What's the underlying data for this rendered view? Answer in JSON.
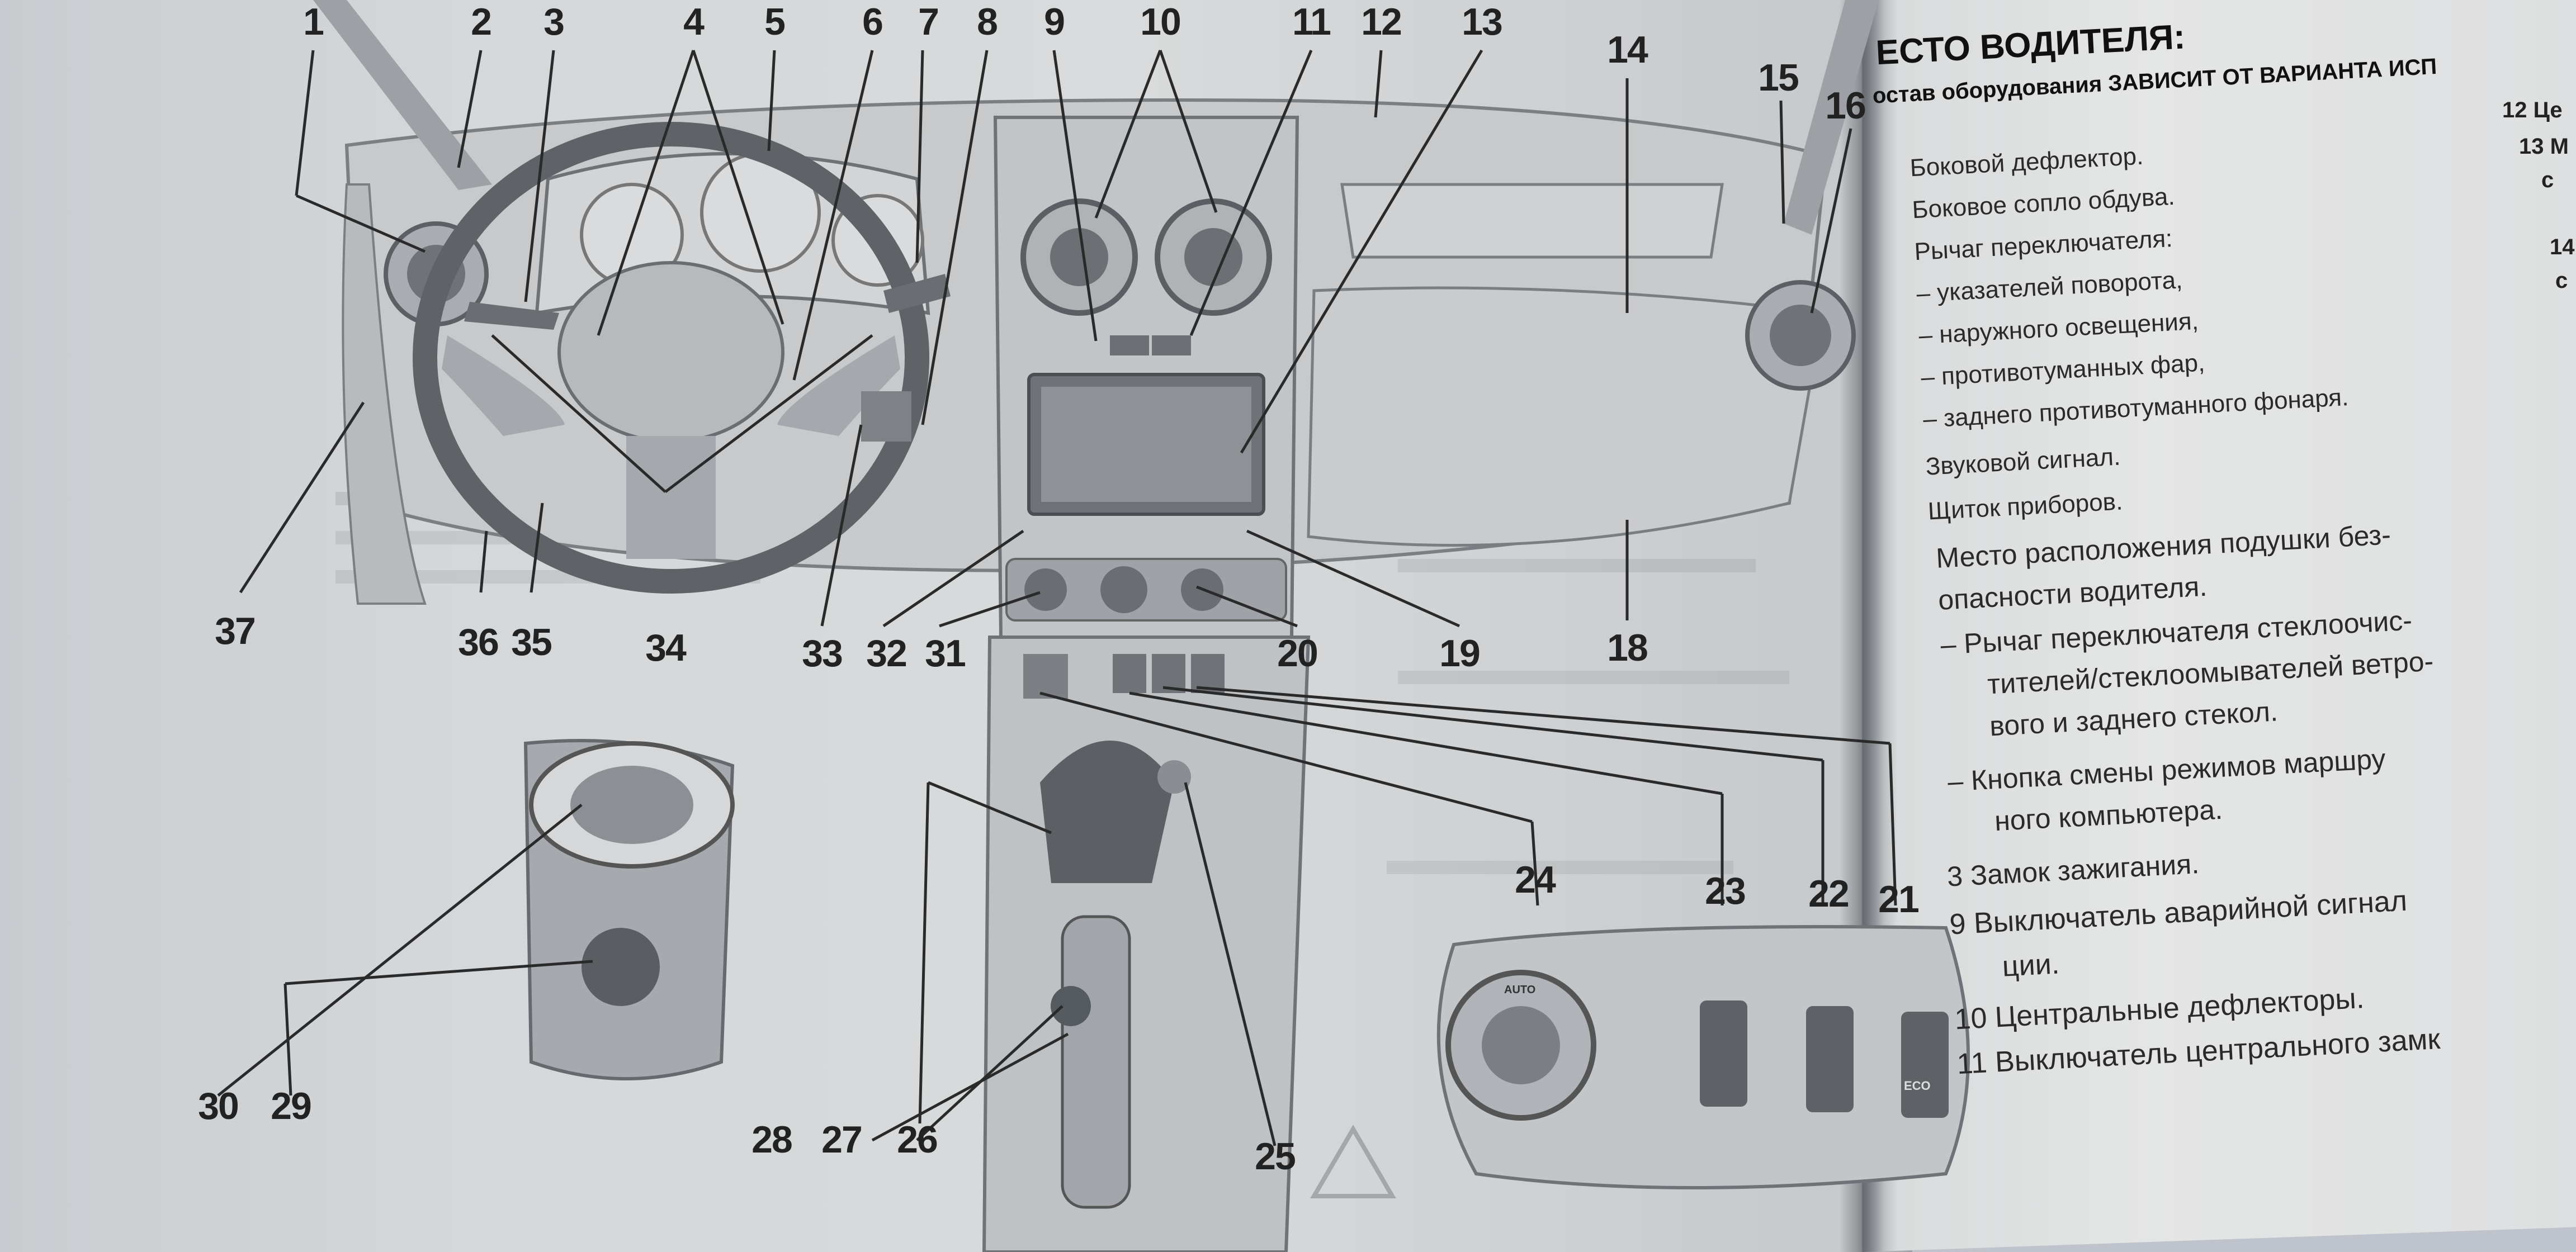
{
  "diagram": {
    "callouts": [
      "1",
      "2",
      "3",
      "4",
      "5",
      "6",
      "7",
      "8",
      "9",
      "10",
      "11",
      "12",
      "13",
      "14",
      "15",
      "16",
      "18",
      "19",
      "20",
      "21",
      "22",
      "23",
      "24",
      "25",
      "26",
      "27",
      "28",
      "29",
      "30",
      "31",
      "32",
      "33",
      "34",
      "35",
      "36",
      "37"
    ],
    "switch_labels": {
      "eco": "ECO",
      "auto": "AUTO"
    }
  },
  "legend": {
    "title": "ЕСТО ВОДИТЕЛЯ:",
    "subtitle": "остав оборудования ЗАВИСИТ ОТ ВАРИАНТА ИСП",
    "lines": [
      "Боковой дефлектор.",
      "Боковое сопло обдува.",
      "Рычаг переключателя:",
      "–  указателей поворота,",
      "–  наружного освещения,",
      "–  противотуманных фар,",
      "–  заднего противотуманного фонаря.",
      "Звуковой сигнал.",
      "Щиток приборов.",
      "Место расположения подушки без-",
      "опасности водителя.",
      "–  Рычаг переключателя стеклоочис-",
      "тителей/стеклоомывателей ветро-",
      "вого и заднего стекол.",
      "–  Кнопка смены режимов маршру",
      "ного компьютера.",
      "3  Замок зажигания.",
      "9  Выключатель аварийной сигнал",
      "ции.",
      "10 Центральные дефлекторы.",
      "11 Выключатель центрального замк"
    ],
    "edge_items": [
      "12 Це",
      "13 М",
      "с",
      "14",
      "с"
    ]
  }
}
